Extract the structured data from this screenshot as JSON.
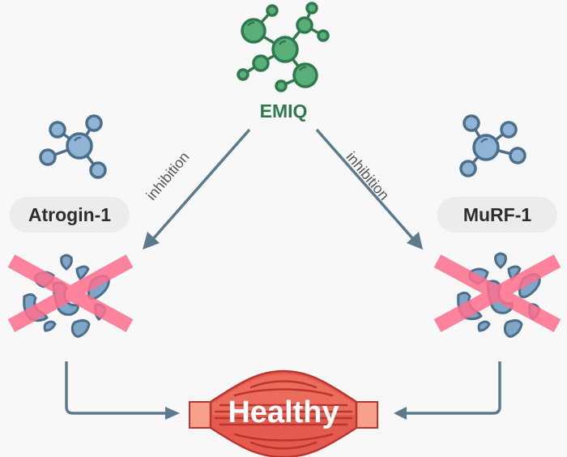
{
  "diagram": {
    "center_compound": {
      "label": "EMIQ",
      "icon": "molecule-icon",
      "color": "#2f7a4d"
    },
    "targets": [
      {
        "label": "Atrogin-1",
        "icon": "molecule-icon",
        "state": "degraded-crossed-out"
      },
      {
        "label": "MuRF-1",
        "icon": "molecule-icon",
        "state": "degraded-crossed-out"
      }
    ],
    "edges": [
      {
        "from": "EMIQ",
        "to": "Atrogin-1",
        "label": "inhibition"
      },
      {
        "from": "EMIQ",
        "to": "MuRF-1",
        "label": "inhibition"
      },
      {
        "from": "Atrogin-1",
        "to": "Healthy",
        "label": ""
      },
      {
        "from": "MuRF-1",
        "to": "Healthy",
        "label": ""
      }
    ],
    "outcome": {
      "label": "Healthy",
      "icon": "muscle-icon"
    },
    "colors": {
      "molecule_green_fill": "#5aae7a",
      "molecule_green_stroke": "#2f7a4d",
      "molecule_blue_fill": "#8fb4d6",
      "molecule_blue_stroke": "#4b6f8a",
      "arrow": "#5b7a8c",
      "cross": "#ff6f8e",
      "muscle_fill": "#e55a4e",
      "muscle_stroke": "#b8362d",
      "tendon": "#f7a08a",
      "background": "#f8f8f8"
    }
  }
}
